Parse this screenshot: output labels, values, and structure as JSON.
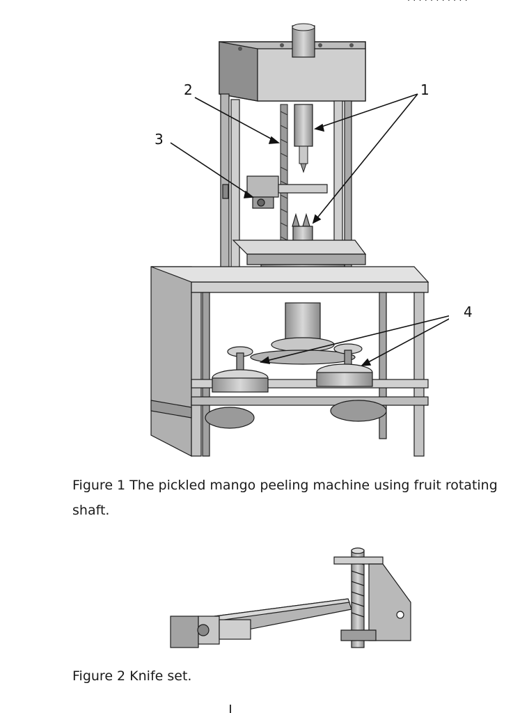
{
  "figure1": {
    "callouts": [
      "1",
      "2",
      "3",
      "4"
    ],
    "caption": "Figure 1 The pickled mango peeling machine using fruit rotating shaft."
  },
  "figure2": {
    "caption": "Figure 2 Knife set."
  },
  "colors": {
    "metal_light": "#c9c9c9",
    "metal_mid": "#a9a9a9",
    "metal_dark": "#6e6e6e",
    "line": "#1c1c1c"
  }
}
